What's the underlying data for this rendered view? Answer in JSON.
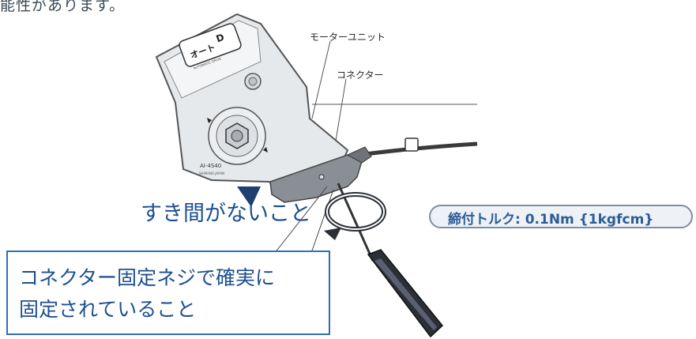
{
  "header": {
    "continued_text": "能性があります。"
  },
  "labels": {
    "motor_unit": "モーターユニット",
    "connector": "コネクター"
  },
  "device": {
    "badge_text": "オート",
    "badge_letter": "D",
    "badge_subtext": "AUTOMATIC DRIVE",
    "model_text": "AI-4S40",
    "maker_text": "SHIMANO JAPAN"
  },
  "annotations": {
    "no_gap": "すき間がないこと",
    "callout_line1": "コネクター固定ネジで確実に",
    "callout_line2": "固定されていること",
    "torque": "締付トルク: 0.1Nm {1kgfcm}"
  },
  "colors": {
    "text_blue": "#1d4f8e",
    "box_border": "#2d6fb3",
    "badge_border": "#7f8fa0",
    "badge_fill": "#eef1f5",
    "connector_fill": "#8a8f96",
    "unit_fill": "#e6e9ec"
  },
  "icons": {
    "rotation_arrow": "rotation-arrow-icon",
    "pointer_triangle": "triangle-pointer-icon",
    "screwdriver": "screwdriver-icon"
  }
}
